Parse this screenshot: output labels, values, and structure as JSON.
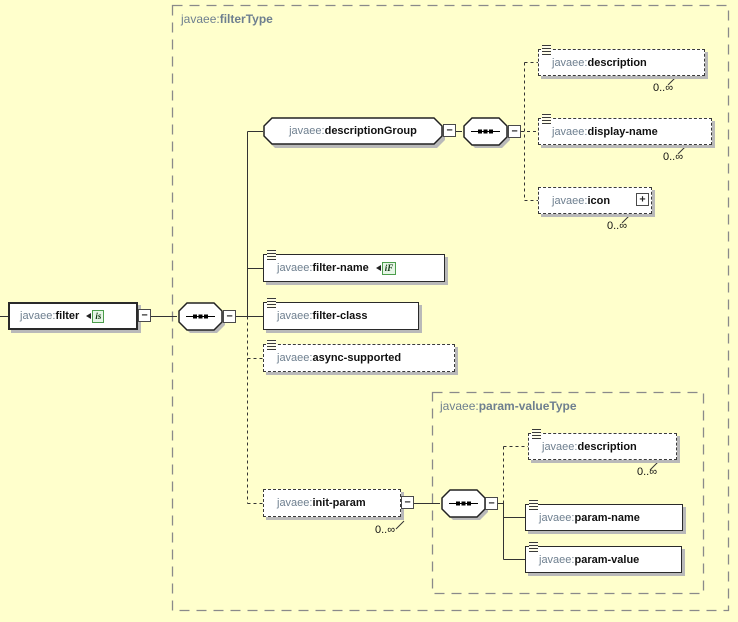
{
  "colors": {
    "background": "#FFFFCC",
    "container_border": "#8A8A8A",
    "container_label": "#6E7F8F",
    "element_prefix": "#6E7F8F",
    "element_name": "#111111",
    "connector": "#333333",
    "shadow": "#B9B9B9",
    "badge_border": "#4C9E4C",
    "badge_background": "#E6F6E6"
  },
  "symbols": {
    "collapse": "−",
    "expand": "+"
  },
  "containers": {
    "filter_type": {
      "prefix": "javaee:",
      "name": "filterType"
    },
    "param_value_type": {
      "prefix": "javaee:",
      "name": "param-valueType"
    }
  },
  "nodes": {
    "filter": {
      "prefix": "javaee:",
      "name": "filter",
      "badge": "is"
    },
    "description_group": {
      "prefix": "javaee:",
      "name": "descriptionGroup"
    },
    "description": {
      "prefix": "javaee:",
      "name": "description",
      "occurs": "0..∞"
    },
    "display_name": {
      "prefix": "javaee:",
      "name": "display-name",
      "occurs": "0..∞"
    },
    "icon": {
      "prefix": "javaee:",
      "name": "icon",
      "occurs": "0..∞"
    },
    "filter_name": {
      "prefix": "javaee:",
      "name": "filter-name",
      "badge": "iF"
    },
    "filter_class": {
      "prefix": "javaee:",
      "name": "filter-class"
    },
    "async_supported": {
      "prefix": "javaee:",
      "name": "async-supported"
    },
    "init_param": {
      "prefix": "javaee:",
      "name": "init-param",
      "occurs": "0..∞"
    },
    "param_description": {
      "prefix": "javaee:",
      "name": "description",
      "occurs": "0..∞"
    },
    "param_name": {
      "prefix": "javaee:",
      "name": "param-name"
    },
    "param_value": {
      "prefix": "javaee:",
      "name": "param-value"
    }
  }
}
